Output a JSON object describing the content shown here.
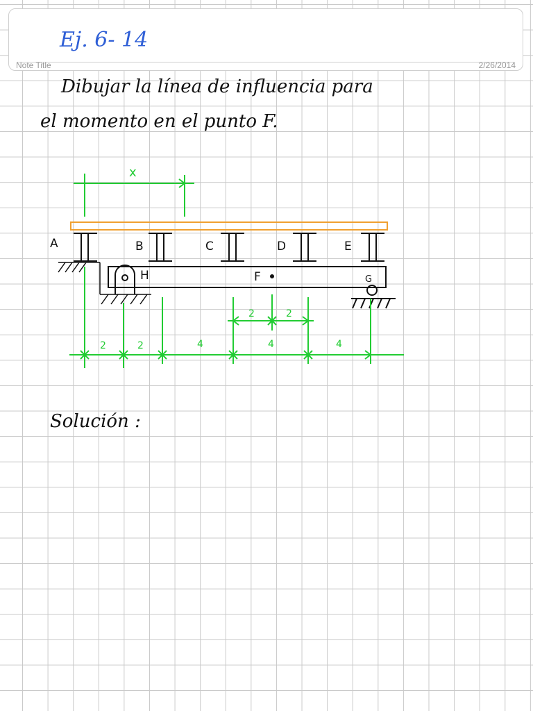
{
  "header": {
    "note_title": "Note Title",
    "date": "2/26/2014",
    "exercise": "Ej. 6- 14"
  },
  "problem": {
    "line1": "Dibujar la línea de influencia para",
    "line2": "el momento en el punto F."
  },
  "figure": {
    "x_label": "x",
    "labels": {
      "A": "A",
      "B": "B",
      "C": "C",
      "D": "D",
      "E": "E",
      "F": "F",
      "G": "G",
      "H": "H"
    },
    "dims_top": [
      "2",
      "2"
    ],
    "dims_bottom": [
      "2",
      "2",
      "4",
      "4",
      "4"
    ]
  },
  "solution": {
    "label": "Solución :"
  },
  "colors": {
    "ink": "#111111",
    "heading": "#2f5fd6",
    "dimension": "#22cc33",
    "deck": "#f0a030"
  }
}
